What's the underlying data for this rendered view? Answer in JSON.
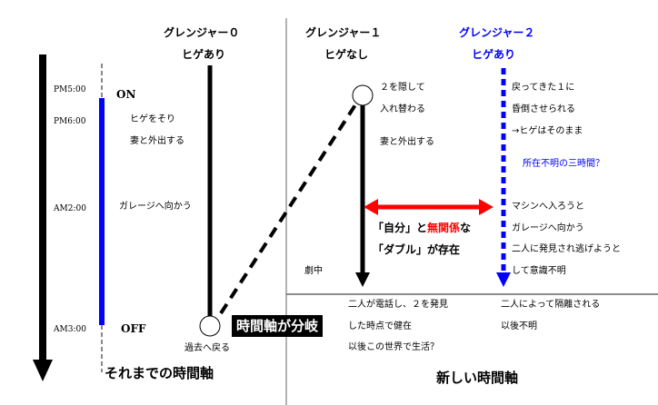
{
  "headers": {
    "g0": {
      "name": "グレンジャー０",
      "beard": "ヒゲあり"
    },
    "g1": {
      "name": "グレンジャー１",
      "beard": "ヒゲなし"
    },
    "g2": {
      "name": "グレンジャー２",
      "beard": "ヒゲあり"
    }
  },
  "times": [
    "PM5:00",
    "PM6:00",
    "AM2:00",
    "AM3:00"
  ],
  "on_label": "ON",
  "off_label": "OFF",
  "g0_events": [
    "ヒゲをそり",
    "妻と外出する",
    "ガレージへ向かう"
  ],
  "g0_end": "過去へ戻る",
  "branch_label": "時間軸が分岐",
  "g1_events": [
    "２を隠して",
    "入れ替わる",
    "妻と外出する"
  ],
  "double_line1": {
    "a": "「自分」と",
    "b": "無関係",
    "c": "な"
  },
  "double_line2": "「ダブル」が存在",
  "in_story": "劇中",
  "g2_events": [
    "戻ってきた１に",
    "昏倒させられる",
    "→ヒゲはそのまま",
    "マシンへ入ろうと",
    "ガレージへ向かう",
    "二人に発見され逃げようと",
    "して意識不明"
  ],
  "missing": "所在不明の三時間？",
  "g1_after": [
    "二人が電話し、２を発見",
    "した時点で健在",
    "以後この世界で生活？"
  ],
  "g2_after": [
    "二人によって隔離される",
    "以後不明"
  ],
  "old_timeline": "それまでの時間軸",
  "new_timeline": "新しい時間軸",
  "colors": {
    "blue": "#0000ff",
    "red": "#ff0000"
  }
}
